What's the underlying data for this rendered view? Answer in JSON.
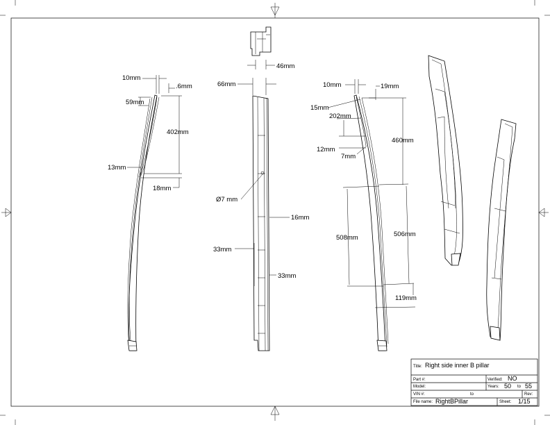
{
  "drawing": {
    "dimensions_left_view": {
      "d1": "10mm",
      "d2": ".6mm",
      "d3": "59mm",
      "d4": "402mm",
      "d5": "13mm",
      "d6": "18mm"
    },
    "dimensions_section_view": {
      "d1": "46mm",
      "d2": "66mm",
      "d3": "Ø7 mm",
      "d4": "16mm",
      "d5": "33mm",
      "d6": "33mm"
    },
    "dimensions_right_view": {
      "d1": "10mm",
      "d2": "19mm",
      "d3": "15mm",
      "d4": "202mm",
      "d5": "460mm",
      "d6": "12mm",
      "d7": "7mm",
      "d8": "508mm",
      "d9": "506mm",
      "d10": "119mm"
    }
  },
  "title_block": {
    "title_label": "Title:",
    "title_value": "Right side inner B pillar",
    "part_label": "Part #:",
    "part_value": "",
    "verified_label": "Verified:",
    "verified_value": "NO",
    "model_label": "Model:",
    "model_value": "",
    "years_label": "Years:",
    "years_from": "50",
    "years_to_label": "to",
    "years_to": "55",
    "vin_label": "VIN #:",
    "vin_to_label": "to",
    "rev_label": "Rev:",
    "rev_value": "",
    "file_label": "File name:",
    "file_value": "RightBPillar",
    "sheet_label": "Sheet:",
    "sheet_value": "1/15"
  }
}
